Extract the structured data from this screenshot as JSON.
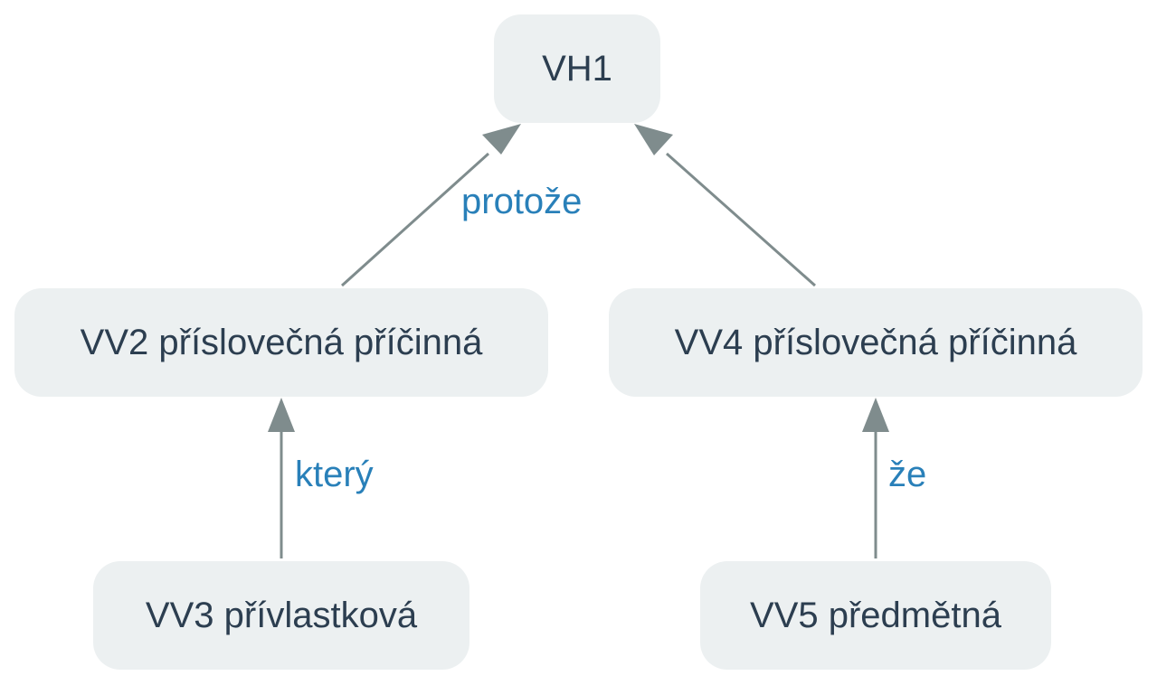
{
  "colors": {
    "node_fill": "#ecf0f1",
    "node_text": "#2c3e50",
    "edge_stroke": "#7f8c8d",
    "edge_label": "#2980b9"
  },
  "nodes": {
    "vh1": "VH1",
    "vv2": "VV2 příslovečná příčinná",
    "vv3": "VV3 přívlastková",
    "vv4": "VV4 příslovečná příčinná",
    "vv5": "VV5 předmětná"
  },
  "edges": [
    {
      "from": "vv2",
      "to": "vh1",
      "label": "protože"
    },
    {
      "from": "vv4",
      "to": "vh1",
      "label": ""
    },
    {
      "from": "vv3",
      "to": "vv2",
      "label": "který"
    },
    {
      "from": "vv5",
      "to": "vv4",
      "label": "že"
    }
  ]
}
